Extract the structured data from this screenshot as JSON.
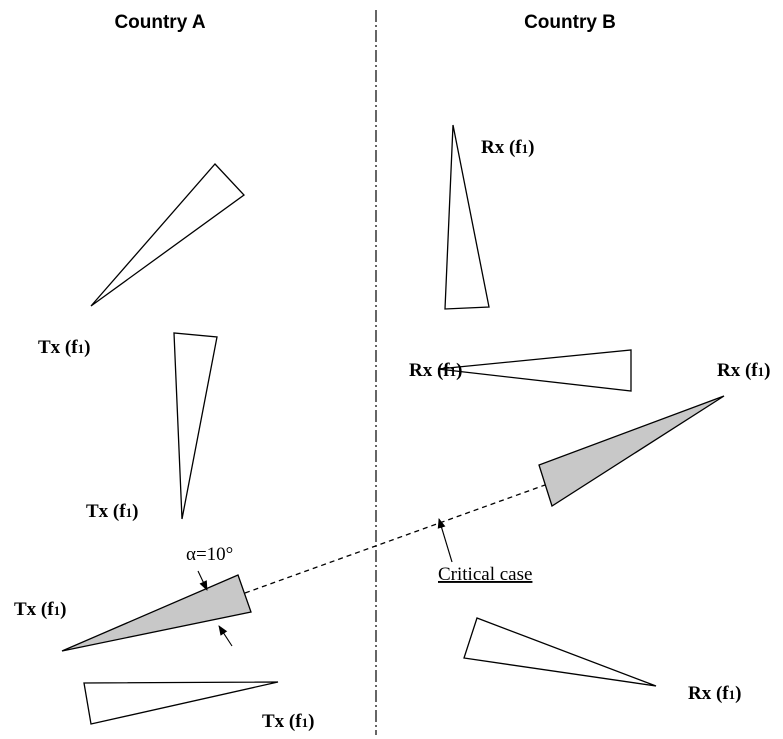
{
  "countries": {
    "a": "Country A",
    "b": "Country B"
  },
  "stations": {
    "tx_prefix": "Tx (f",
    "rx_prefix": "Rx (f",
    "subscript": "1",
    "suffix": ")"
  },
  "angle_label": "α=10°",
  "critical_label": "Critical case",
  "colors": {
    "highlight_fill": "#c8c8c8",
    "line": "#000000"
  }
}
